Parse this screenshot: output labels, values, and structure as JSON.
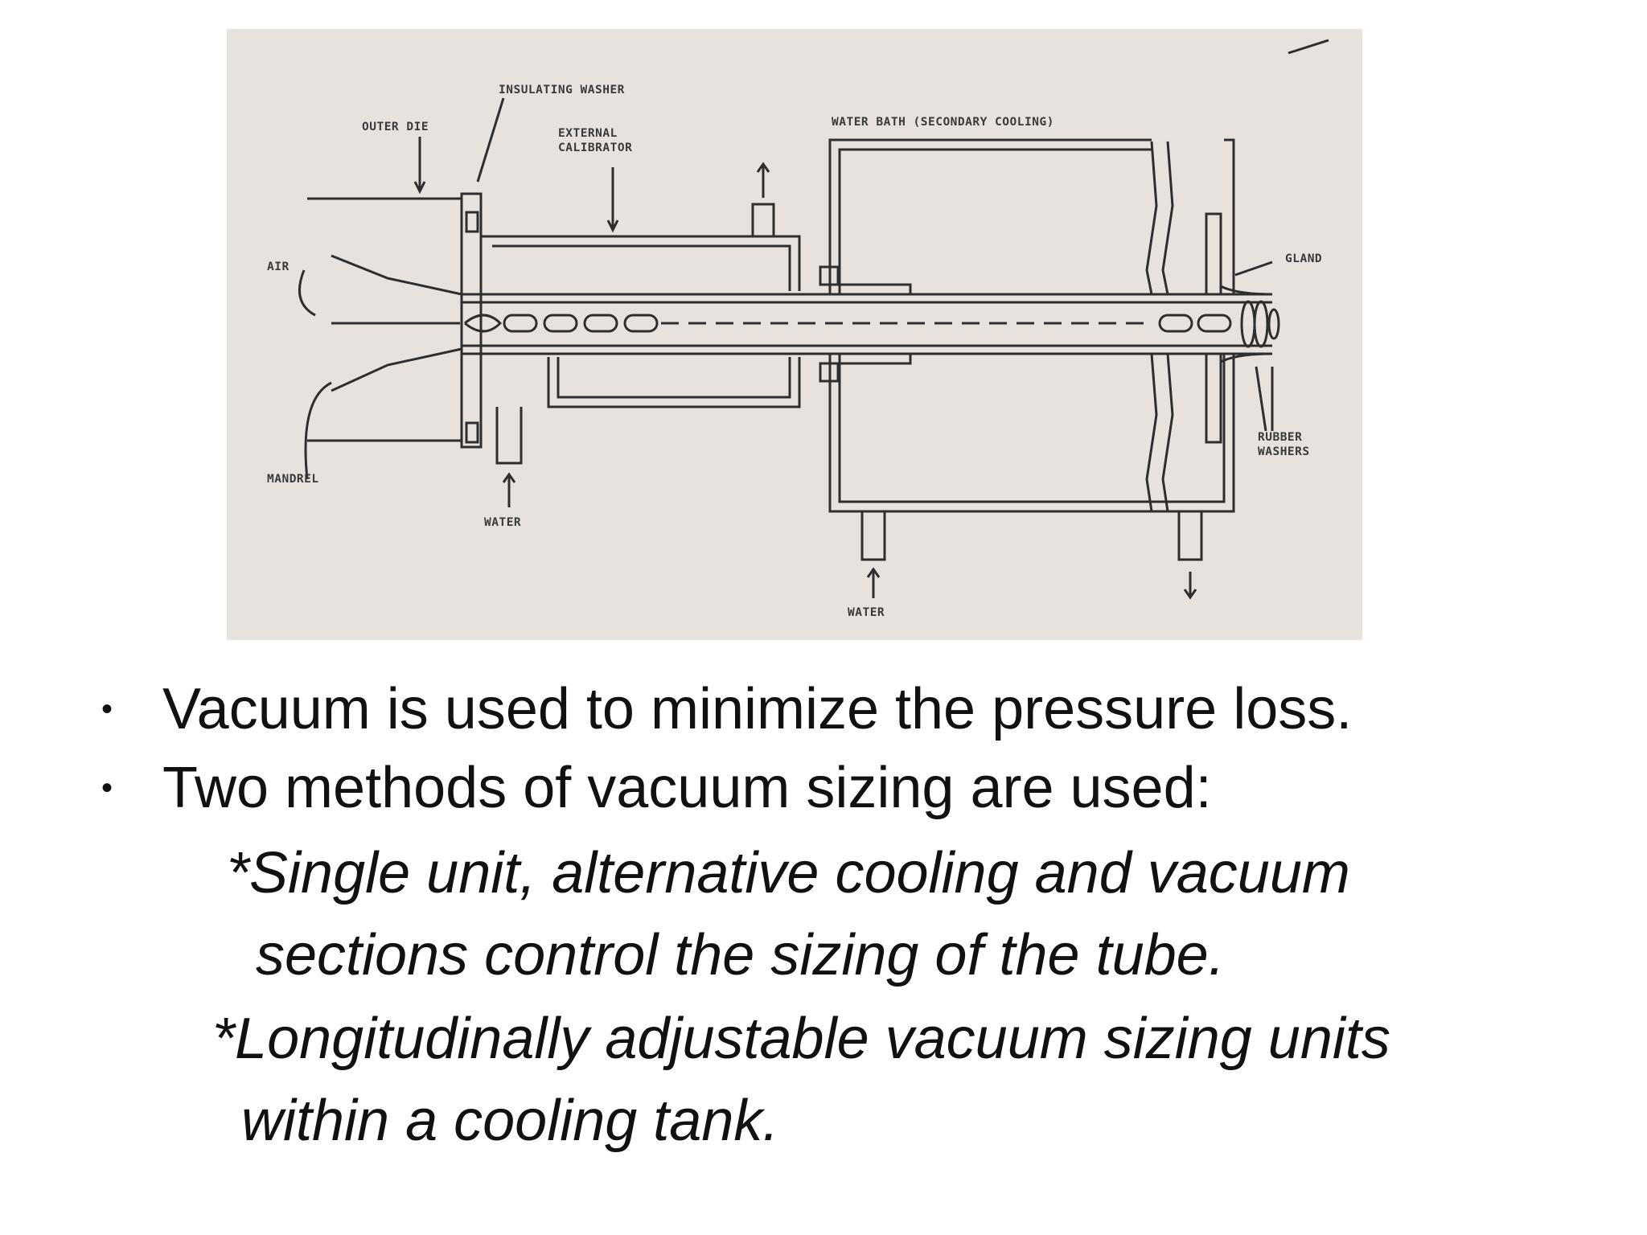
{
  "diagram": {
    "labels": {
      "insulating_washer": "INSULATING WASHER",
      "outer_die": "OUTER DIE",
      "external_calibrator_1": "EXTERNAL",
      "external_calibrator_2": "CALIBRATOR",
      "water_bath": "WATER BATH (SECONDARY COOLING)",
      "gland": "GLAND",
      "air": "AIR",
      "mandrel": "MANDREL",
      "water_left": "WATER",
      "water_center": "WATER",
      "rubber_washers_1": "RUBBER",
      "rubber_washers_2": "WASHERS"
    }
  },
  "bullets": [
    "Vacuum is used to minimize the pressure loss.",
    "Two methods of vacuum sizing are used:"
  ],
  "bullet_marker": "•",
  "sub_items": [
    "*Single unit, alternative cooling and vacuum",
    "sections control the sizing of the tube.",
    "*Longitudinally adjustable vacuum sizing units",
    "within a cooling tank."
  ]
}
